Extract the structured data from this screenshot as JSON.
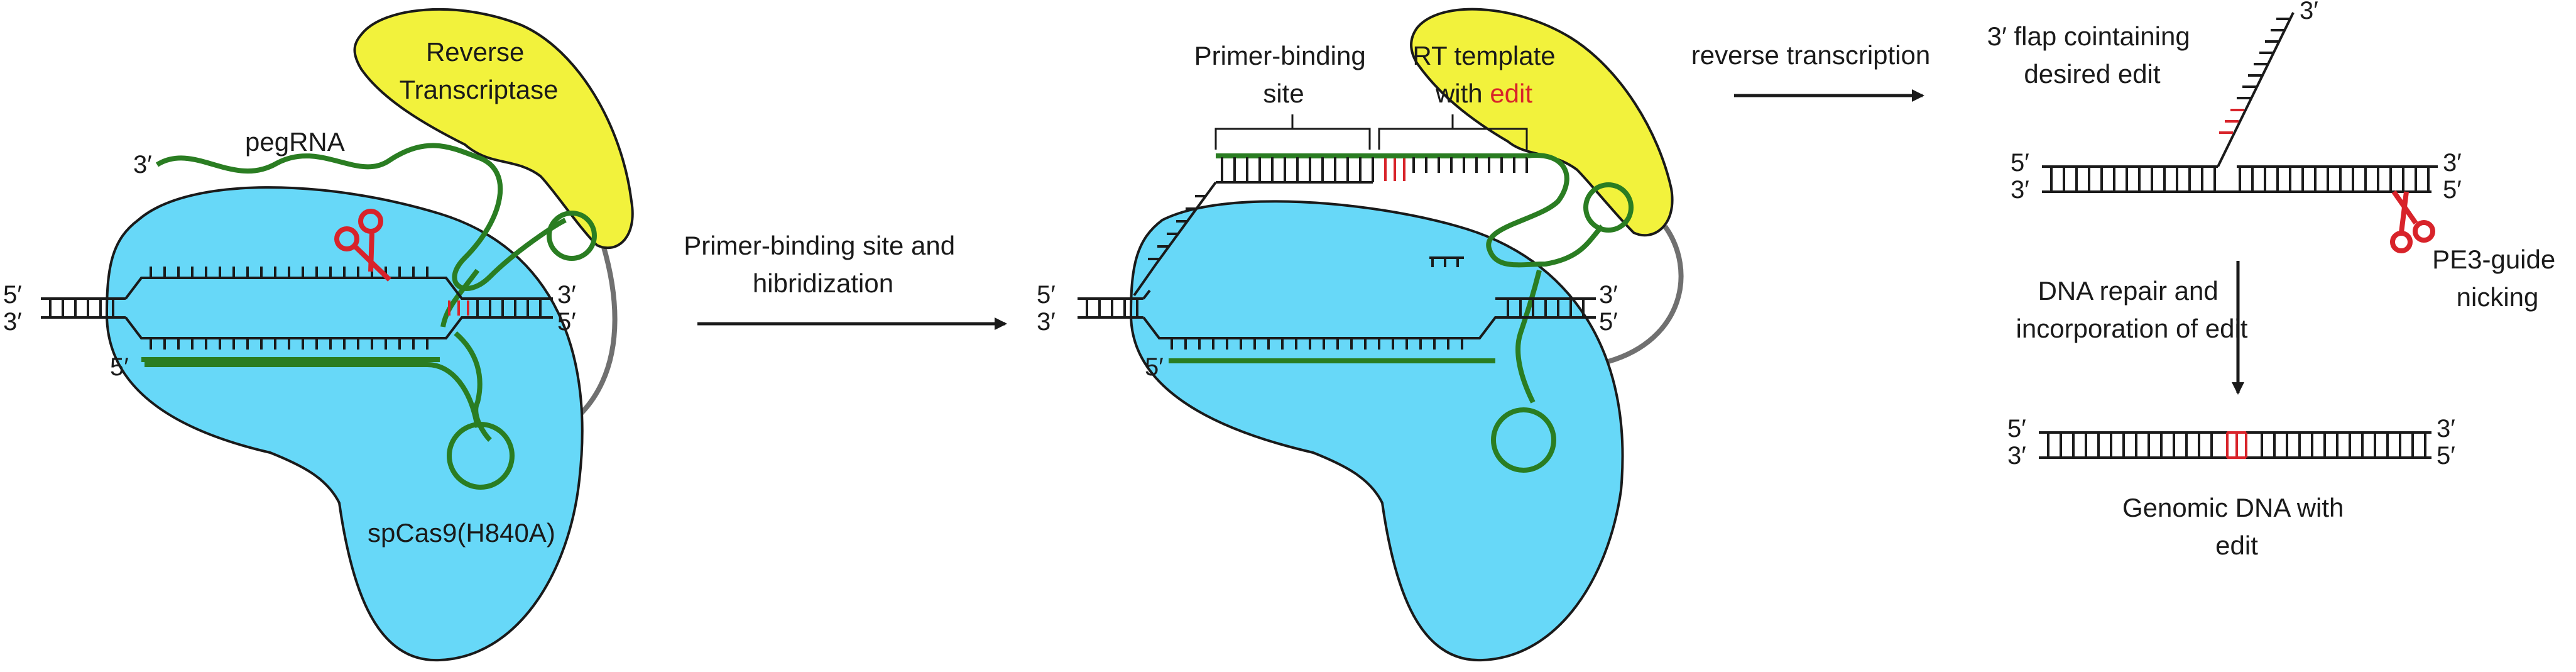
{
  "colors": {
    "cas9_fill": "#67d8f8",
    "rt_fill": "#f2f23c",
    "rna_green": "#2a7d22",
    "edit_red": "#d8232a",
    "dna_black": "#1a1a1a",
    "linker_gray": "#707070",
    "cas9_text": "#1c2bc8"
  },
  "labels": {
    "reverse_transcriptase": [
      "Reverse",
      "Transcriptase"
    ],
    "pegrna": "pegRNA",
    "spcas9": "spCas9(H840A)",
    "arrow1": [
      "Primer-binding site and",
      "hibridization"
    ],
    "primer_binding_site": [
      "Primer-binding",
      "site"
    ],
    "rt_template_line1": "RT template",
    "rt_template_with": "with ",
    "rt_template_edit": "edit",
    "reverse_transcription": "reverse transcription",
    "flap": [
      "3′ flap cointaining",
      "desired edit"
    ],
    "pe3": [
      "PE3-guide",
      "nicking"
    ],
    "dna_repair": [
      "DNA repair and",
      "incorporation of edit"
    ],
    "genomic": [
      "Genomic DNA with",
      "edit"
    ]
  },
  "ends": {
    "p5": "5′",
    "p3": "3′"
  }
}
